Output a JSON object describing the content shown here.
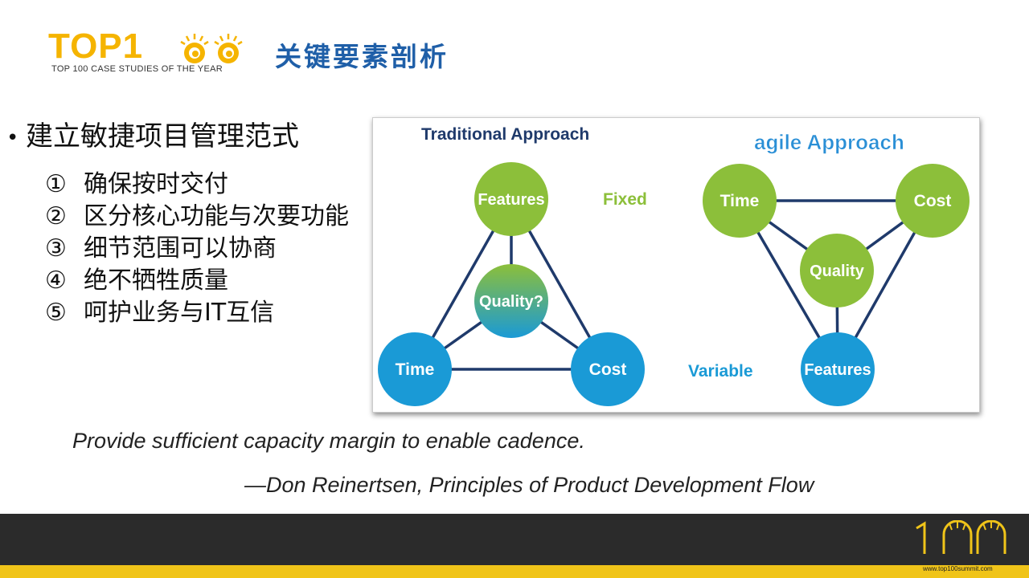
{
  "header": {
    "logo_text": "TOP1",
    "logo_subtitle": "TOP 100 CASE STUDIES OF THE YEAR",
    "title": "关键要素剖析"
  },
  "content": {
    "bullet": "•",
    "heading": "建立敏捷项目管理范式",
    "points": [
      {
        "num": "①",
        "text": "确保按时交付"
      },
      {
        "num": "②",
        "text": "区分核心功能与次要功能"
      },
      {
        "num": "③",
        "text": "细节范围可以协商"
      },
      {
        "num": "④",
        "text": "绝不牺牲质量"
      },
      {
        "num": "⑤",
        "text": "呵护业务与IT互信"
      }
    ]
  },
  "diagram": {
    "traditional_title": "Traditional Approach",
    "agile_title": "agile Approach",
    "fixed_label": "Fixed",
    "variable_label": "Variable",
    "traditional_nodes": {
      "top": "Features",
      "center": "Quality?",
      "left": "Time",
      "right": "Cost"
    },
    "agile_nodes": {
      "left": "Time",
      "right": "Cost",
      "center": "Quality",
      "bottom": "Features"
    },
    "colors": {
      "green": "#8cbf3a",
      "blue": "#1a9ad6",
      "line": "#1f3a6b",
      "title_dark": "#1f3a6b",
      "title_blue": "#2a8fd6"
    }
  },
  "quote": {
    "text": "Provide sufficient capacity margin to enable cadence.",
    "author": "—Don Reinertsen, Principles of Product Development Flow"
  },
  "footer": {
    "logo_text": "100",
    "url": "www.top100summit.com"
  }
}
